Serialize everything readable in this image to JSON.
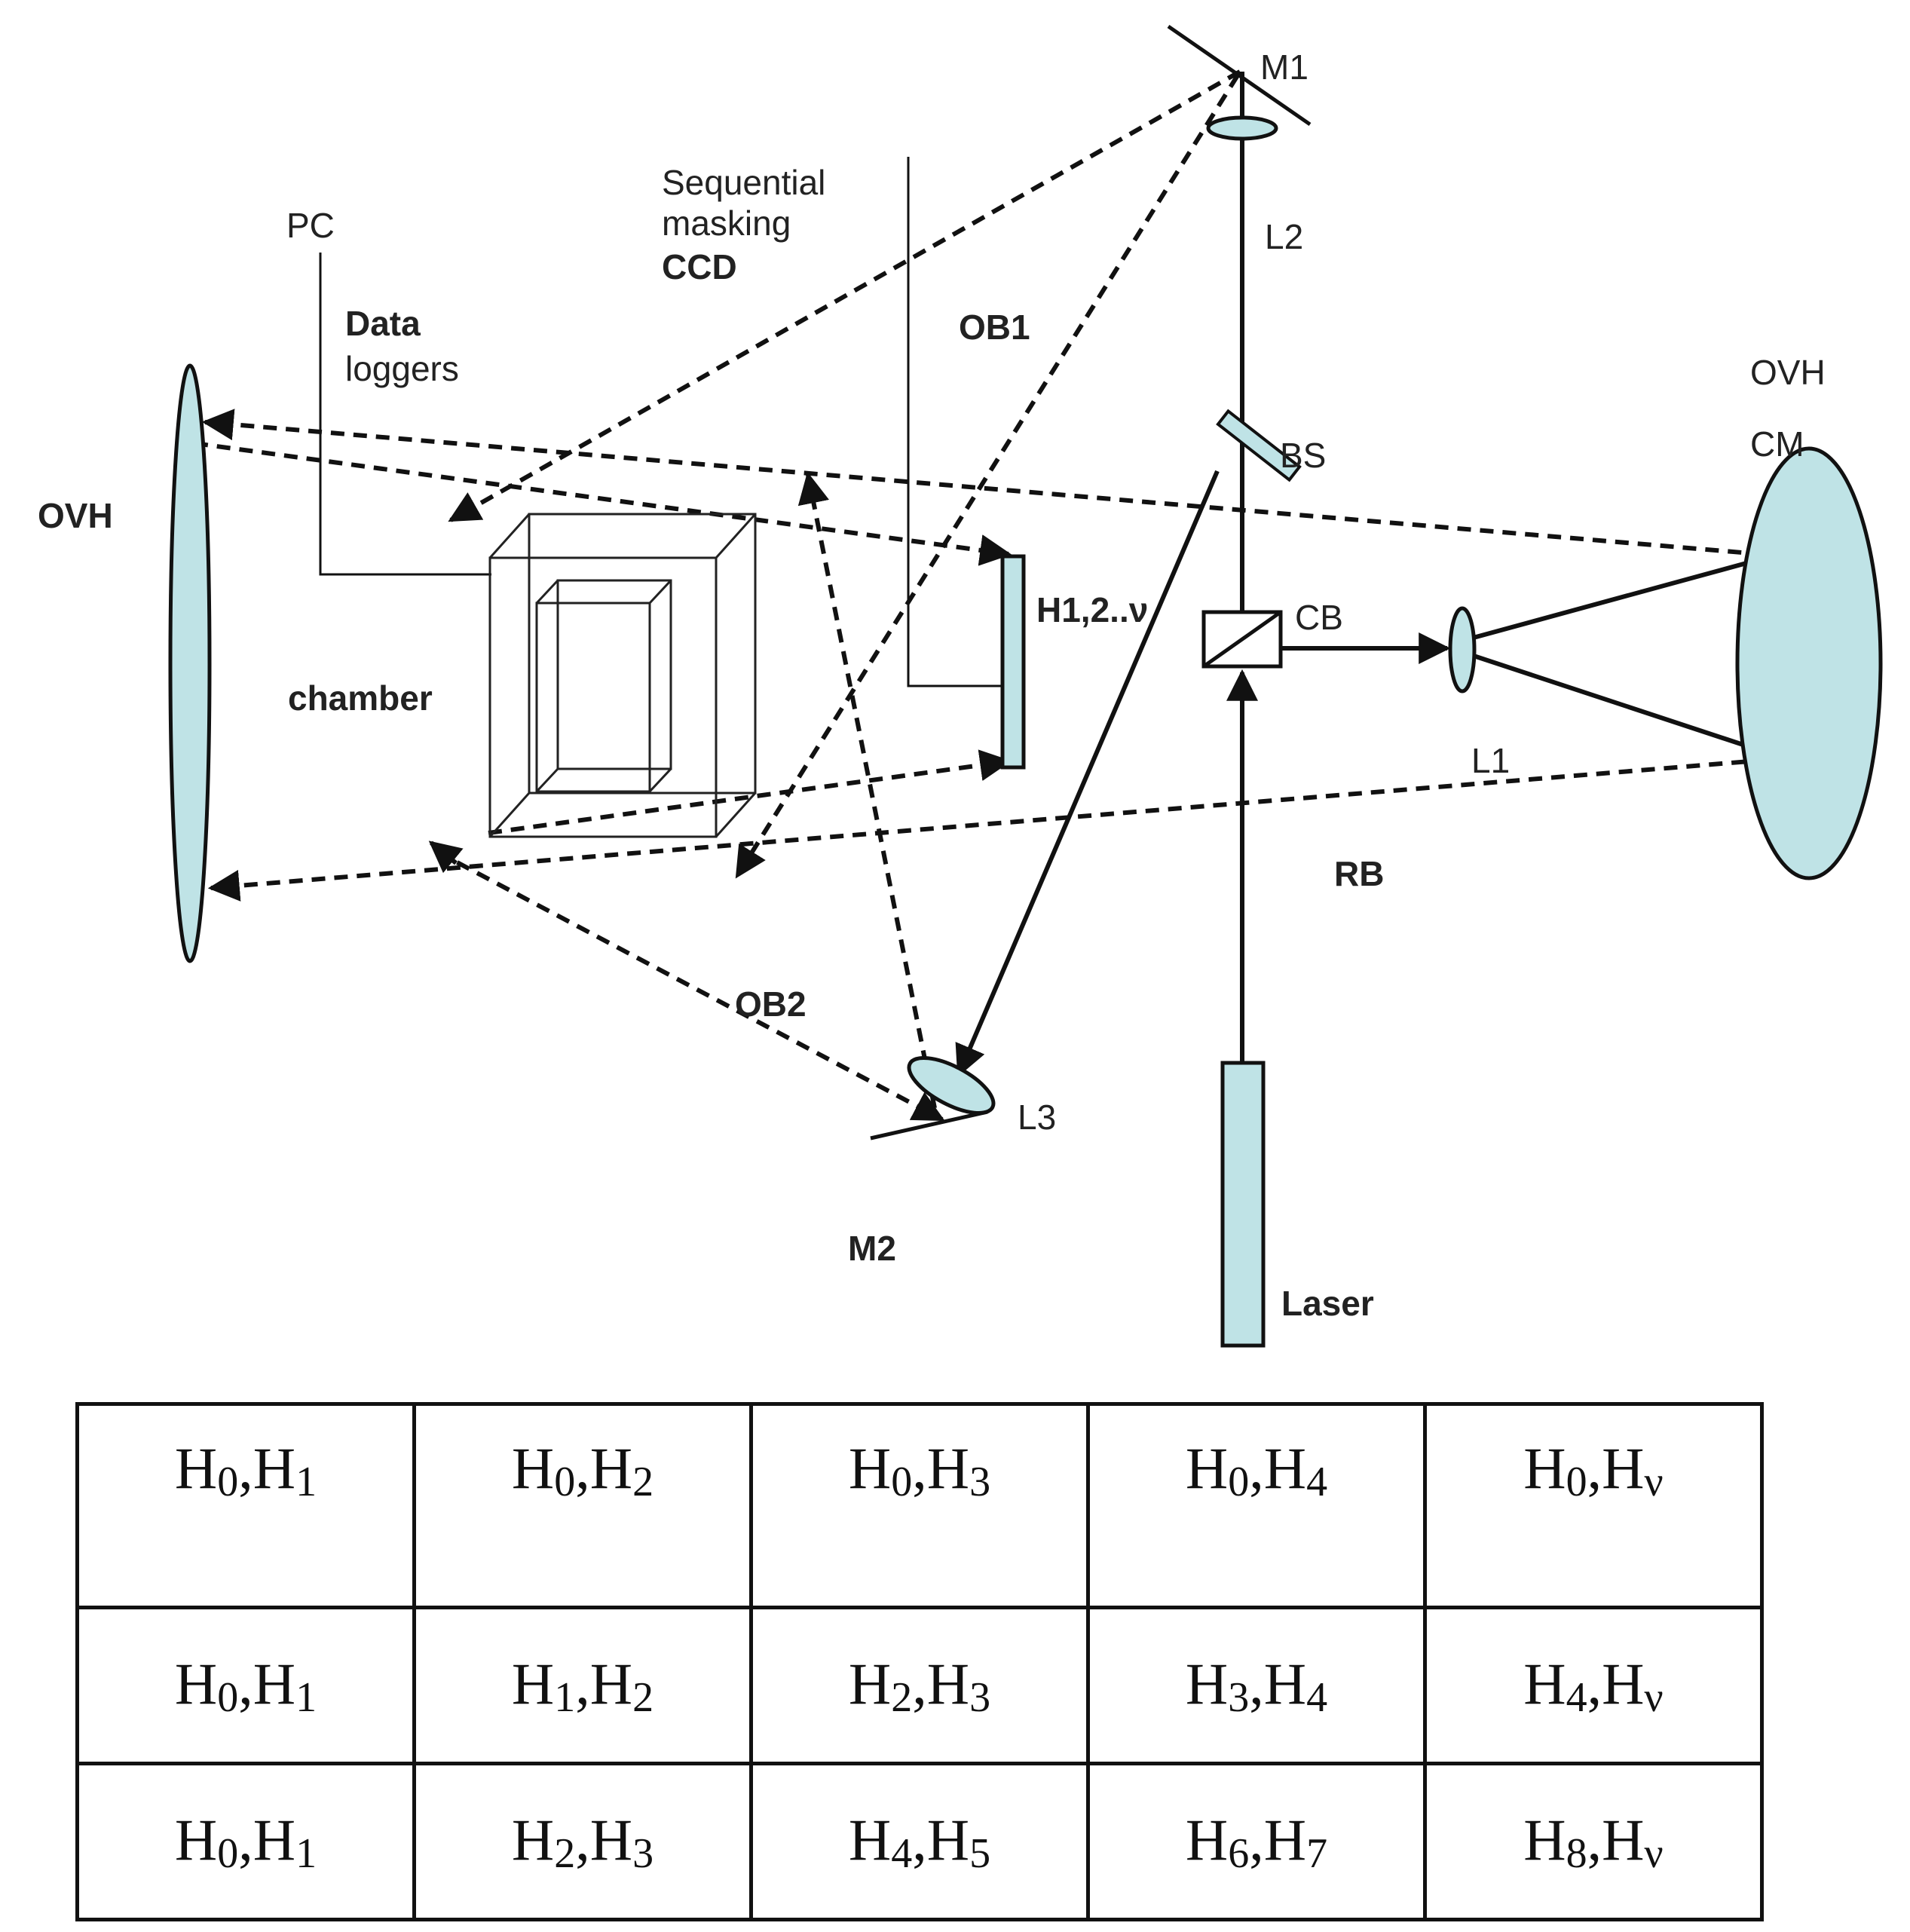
{
  "colors": {
    "component_fill": "#bfe3e6",
    "line": "#111111",
    "text": "#222222"
  },
  "diagram": {
    "labels": {
      "m1": "M1",
      "l2": "L2",
      "sequential": "Sequential",
      "masking": "masking",
      "ccd": "CCD",
      "pc": "PC",
      "data": "Data",
      "loggers": "loggers",
      "ob1": "OB1",
      "ovh_left": "OVH",
      "ovh_right": "OVH",
      "cm": "CM",
      "bs": "BS",
      "h12": "H1,2..ν",
      "cb": "CB",
      "chamber": "chamber",
      "l1": "L1",
      "rb": "RB",
      "ob2": "OB2",
      "l3": "L3",
      "m2": "M2",
      "laser": "Laser"
    }
  },
  "table": {
    "rows": [
      [
        {
          "a": "H",
          "as": "0",
          "b": "H",
          "bs": "1"
        },
        {
          "a": "H",
          "as": "0",
          "b": "H",
          "bs": "2"
        },
        {
          "a": "H",
          "as": "0",
          "b": "H",
          "bs": "3"
        },
        {
          "a": "H",
          "as": "0",
          "b": "H",
          "bs": "4"
        },
        {
          "a": "H",
          "as": "0",
          "b": "H",
          "bs": "ν"
        }
      ],
      [
        {
          "a": "H",
          "as": "0",
          "b": "H",
          "bs": "1"
        },
        {
          "a": "H",
          "as": "1",
          "b": "H",
          "bs": "2"
        },
        {
          "a": "H",
          "as": "2",
          "b": "H",
          "bs": "3"
        },
        {
          "a": "H",
          "as": "3",
          "b": "H",
          "bs": "4"
        },
        {
          "a": "H",
          "as": "4",
          "b": "H",
          "bs": "ν"
        }
      ],
      [
        {
          "a": "H",
          "as": "0",
          "b": "H",
          "bs": "1"
        },
        {
          "a": "H",
          "as": "2",
          "b": "H",
          "bs": "3"
        },
        {
          "a": "H",
          "as": "4",
          "b": "H",
          "bs": "5"
        },
        {
          "a": "H",
          "as": "6",
          "b": "H",
          "bs": "7"
        },
        {
          "a": "H",
          "as": "8",
          "b": "H",
          "bs": "ν"
        }
      ]
    ]
  }
}
